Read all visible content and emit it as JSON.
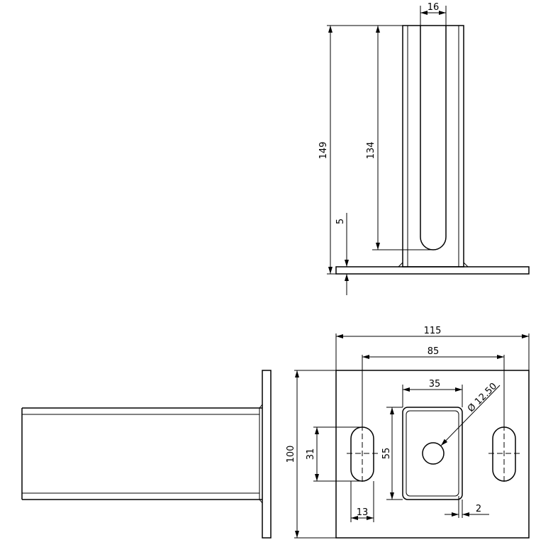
{
  "front_view": {
    "dims": {
      "width_top": "16",
      "height_total": "149",
      "height_slot": "134",
      "plate_thickness": "5"
    }
  },
  "top_view": {
    "dims": {
      "plate_width": "115",
      "slot_spacing": "85",
      "plate_height": "100",
      "slot_length": "31",
      "slot_width": "13",
      "tube_width": "35",
      "tube_height": "55",
      "hole_diameter": "Ø 12.50",
      "wall_thickness": "2"
    }
  }
}
